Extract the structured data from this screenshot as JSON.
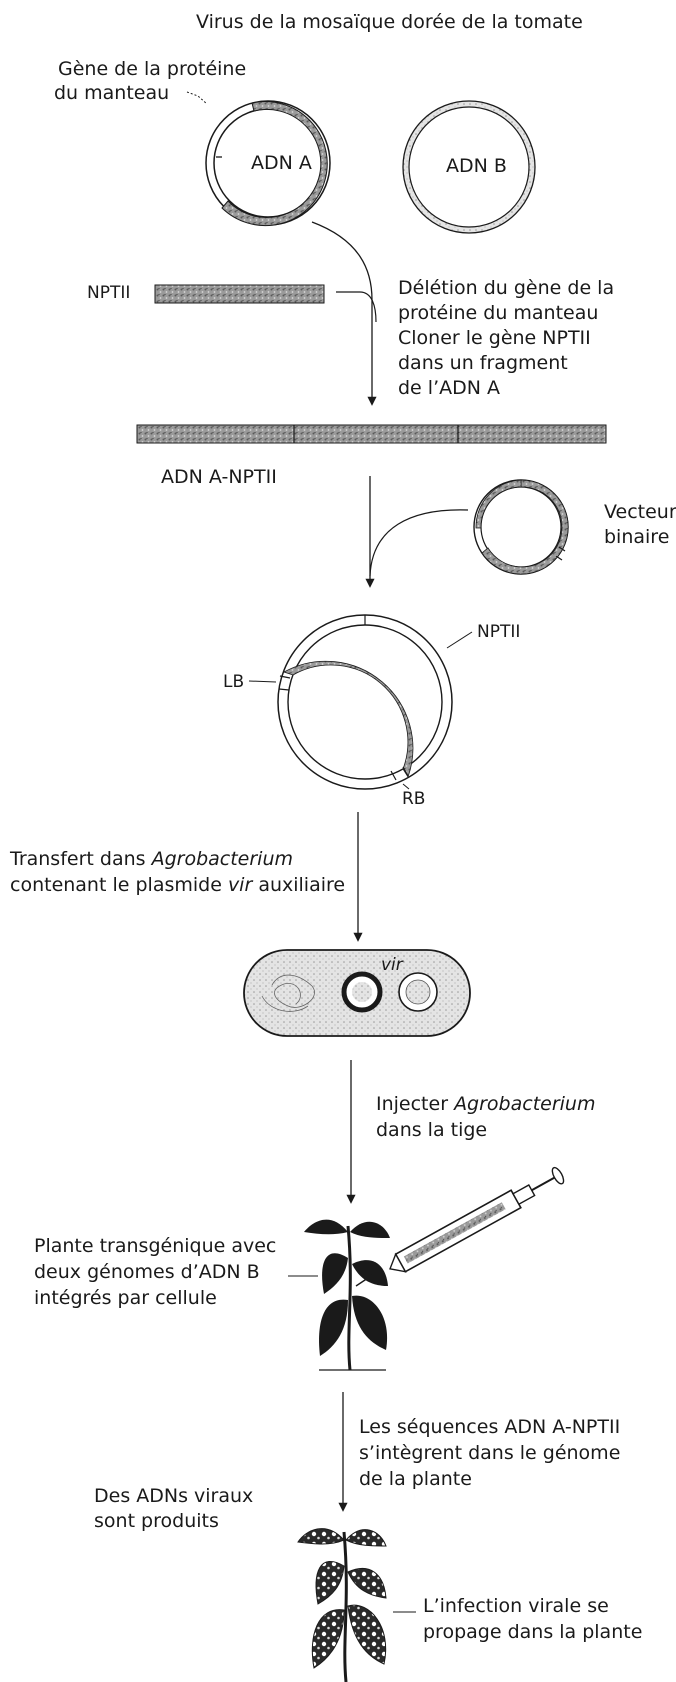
{
  "title": "Virus de la mosaïque dorée de la tomate",
  "colors": {
    "ink": "#1a1a1a",
    "stipple": "#8a8a8a",
    "stipple_light": "#c8c8c8",
    "paper": "#ffffff"
  },
  "plasmid_a": {
    "label": "ADN A",
    "gene_label_line1": "Gène de la protéine",
    "gene_label_line2": "du manteau"
  },
  "plasmid_b": {
    "label": "ADN B"
  },
  "fragment": {
    "label": "NPTII"
  },
  "step1": {
    "line1": "Délétion du gène de la",
    "line2": "protéine du manteau",
    "line3": "Cloner le gène NPTII",
    "line4": "dans un fragment",
    "line5": "de l’ADN A"
  },
  "construct": {
    "label": "ADN A-NPTII"
  },
  "vector": {
    "line1": "Vecteur",
    "line2": "binaire"
  },
  "recombinant": {
    "npt_label": "NPTII",
    "lb_label": "LB",
    "rb_label": "RB"
  },
  "step2": {
    "line1_text": "Transfert dans ",
    "line1_italic": "Agrobacterium",
    "line2_text": "contenant le plasmide ",
    "line2_italic": "vir",
    "line2_tail": " auxiliaire"
  },
  "bacterium": {
    "vir_label": "vir"
  },
  "step3": {
    "line1_text": "Injecter ",
    "line1_italic": "Agrobacterium",
    "line2": "dans la tige"
  },
  "plant1": {
    "line1": "Plante transgénique avec",
    "line2": "deux génomes d’ADN B",
    "line3": "intégrés par cellule"
  },
  "step4": {
    "line1": "Les séquences ADN A-NPTII",
    "line2": "s’intègrent dans le génome",
    "line3": "de la plante"
  },
  "plant2": {
    "left_line1": "Des ADNs viraux",
    "left_line2": "sont produits",
    "right_line1": "L’infection virale se",
    "right_line2": "propage dans la plante"
  }
}
